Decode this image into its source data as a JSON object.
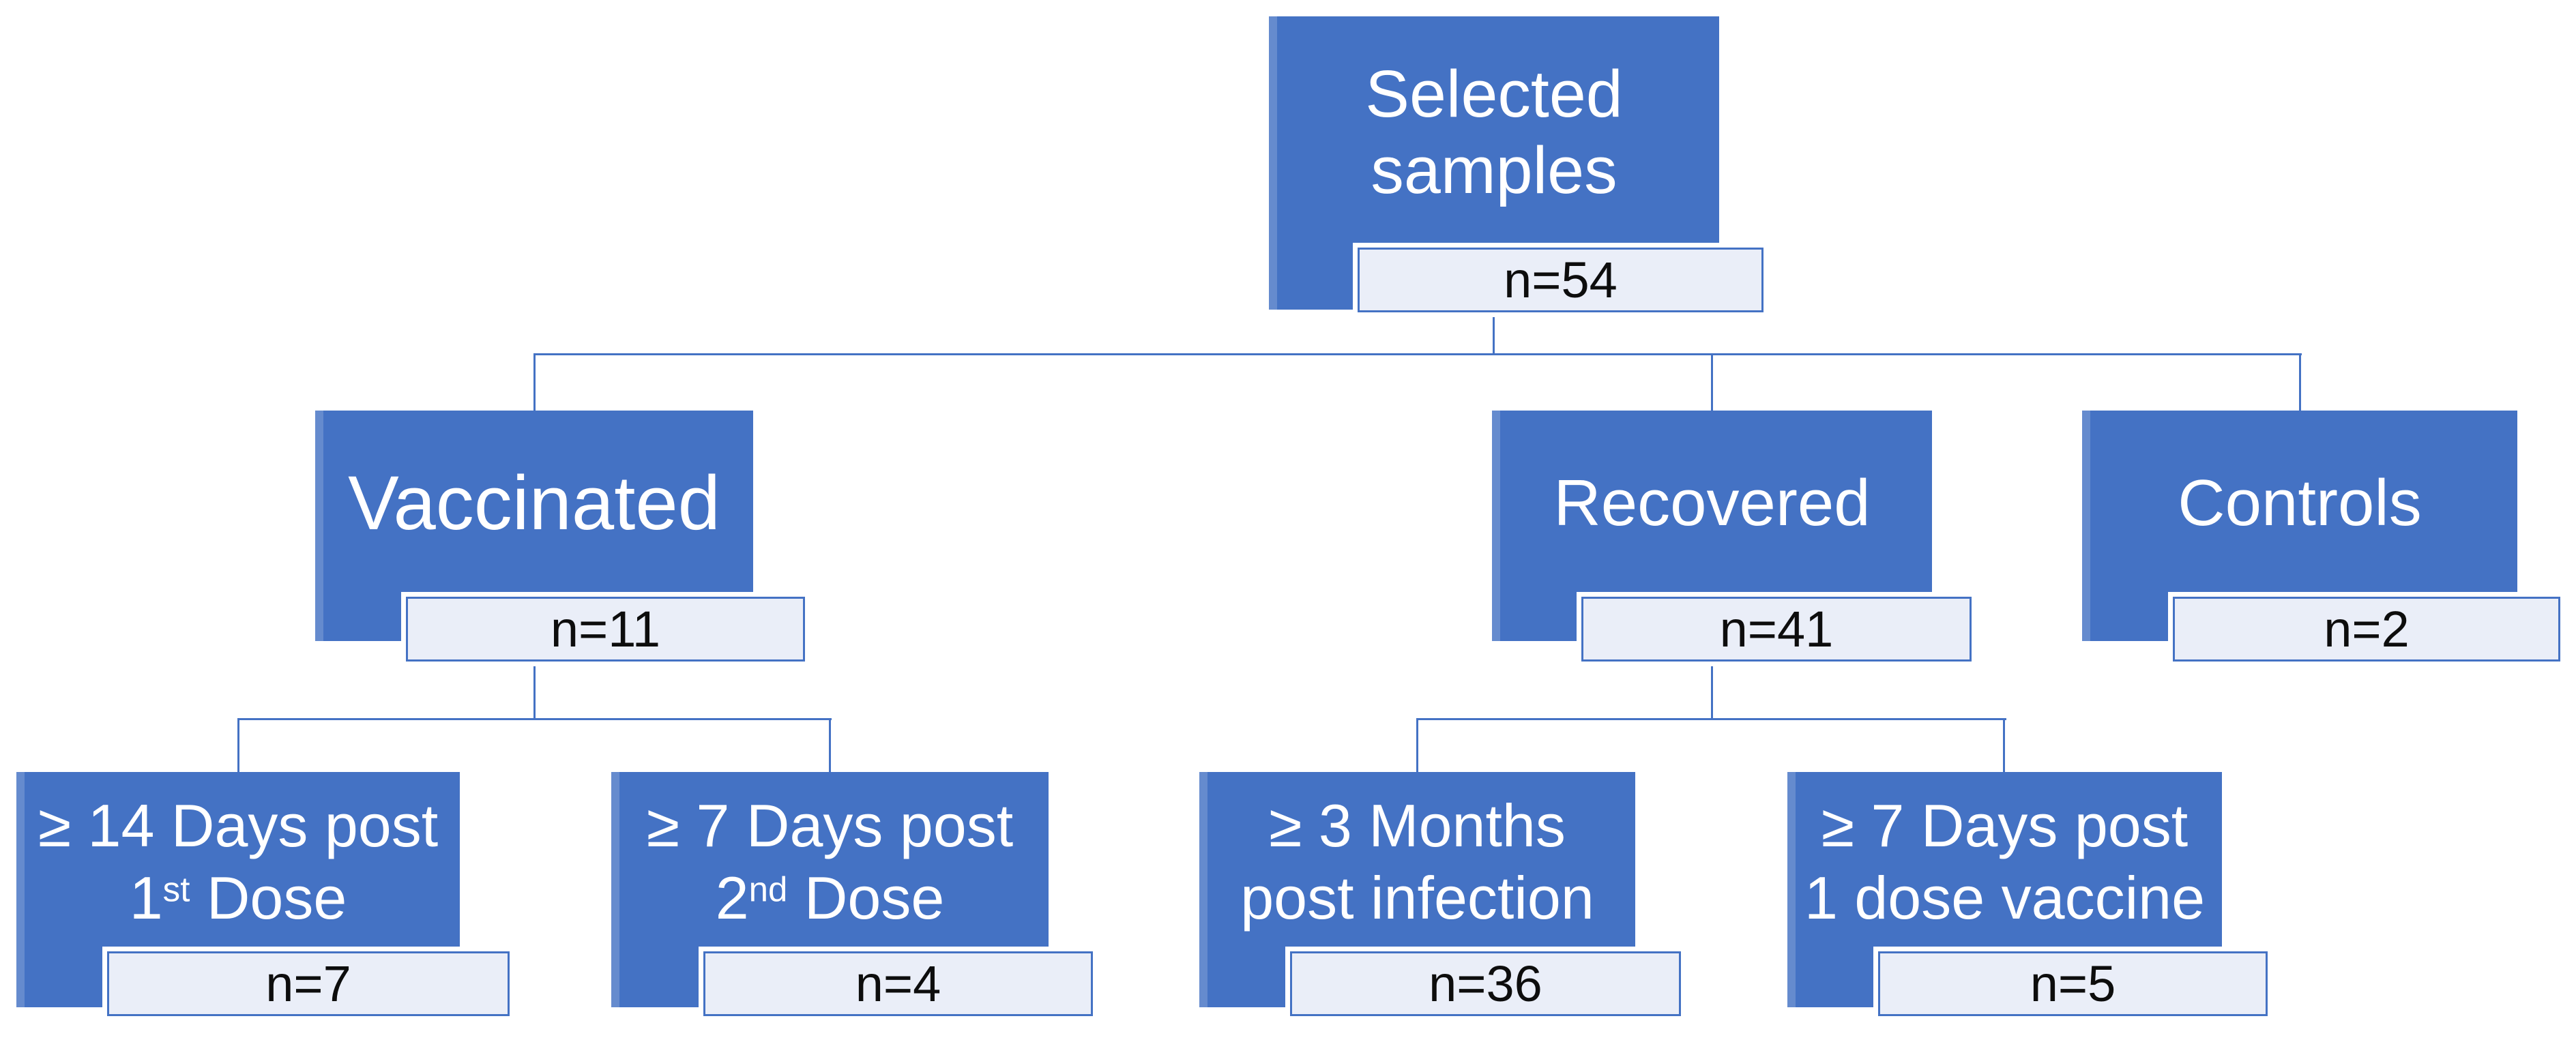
{
  "diagram": {
    "type": "flowchart",
    "colors": {
      "node_fill": "#4472C4",
      "node_text": "#FFFFFF",
      "count_fill": "#EAEEF8",
      "count_border": "#4472C4",
      "count_text": "#0D0D0D",
      "connector": "#4472C4",
      "background": "#FFFFFF"
    },
    "root": {
      "line1": "Selected",
      "line2": "samples",
      "count": "n=54"
    },
    "groups": [
      {
        "label": "Vaccinated",
        "count": "n=11"
      },
      {
        "label": "Recovered",
        "count": "n=41"
      },
      {
        "label": "Controls",
        "count": "n=2"
      }
    ],
    "subgroups": [
      {
        "parent": "Vaccinated",
        "line1": "≥ 14 Days post",
        "line2_pre": "1",
        "line2_sup": "st",
        "line2_post": " Dose",
        "count": "n=7"
      },
      {
        "parent": "Vaccinated",
        "line1": "≥ 7 Days post",
        "line2_pre": "2",
        "line2_sup": "nd",
        "line2_post": " Dose",
        "count": "n=4"
      },
      {
        "parent": "Recovered",
        "line1": "≥ 3 Months",
        "line2_pre": "post infection",
        "line2_sup": "",
        "line2_post": "",
        "count": "n=36"
      },
      {
        "parent": "Recovered",
        "line1": "≥ 7 Days post",
        "line2_pre": "1 dose vaccine",
        "line2_sup": "",
        "line2_post": "",
        "count": "n=5"
      }
    ]
  }
}
